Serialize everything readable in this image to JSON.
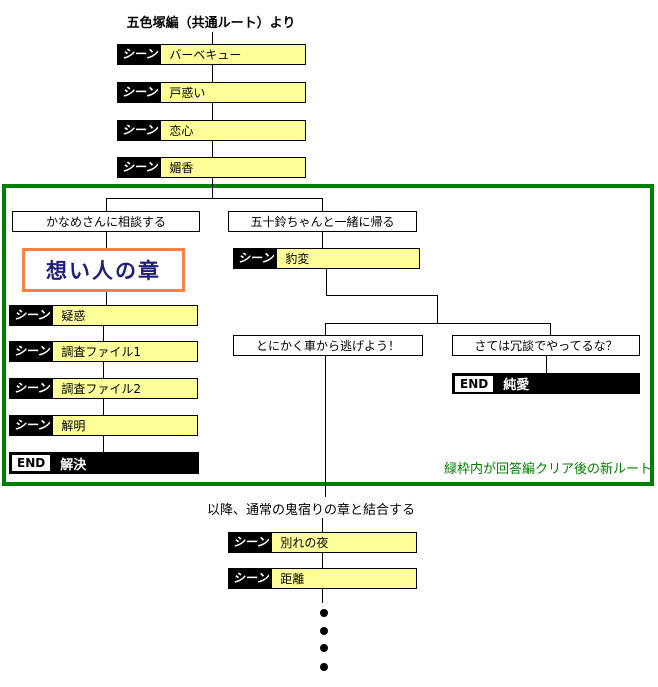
{
  "title": "五色塚編（共通ルート）より",
  "labels": {
    "scene": "シーン",
    "end": "END"
  },
  "colors": {
    "scene_box_yellow": "#FFFF99",
    "frame_green": "#008000",
    "chapter_border_orange": "#FF8040",
    "chapter_text_blue": "#1F1F78",
    "end_box_black": "#000000"
  },
  "common_route": {
    "scenes": [
      "バーベキュー",
      "戸惑い",
      "恋心",
      "媚香"
    ]
  },
  "new_route_frame": {
    "note": "緑枠内が回答編クリア後の新ルート",
    "left_branch": {
      "choice": "かなめさんに相談する",
      "chapter_title": "想い人の章",
      "scenes": [
        "疑惑",
        "調査ファイル1",
        "調査ファイル2",
        "解明"
      ],
      "ending": "解決"
    },
    "right_branch": {
      "choice": "五十鈴ちゃんと一緒に帰る",
      "scene": "豹変",
      "sub_choices": [
        "とにかく車から逃げよう！",
        "さては冗談でやってるな？"
      ],
      "ending": "純愛"
    }
  },
  "merge_note": "以降、通常の鬼宿りの章と結合する",
  "post_route": {
    "scenes": [
      "別れの夜",
      "距離"
    ]
  }
}
